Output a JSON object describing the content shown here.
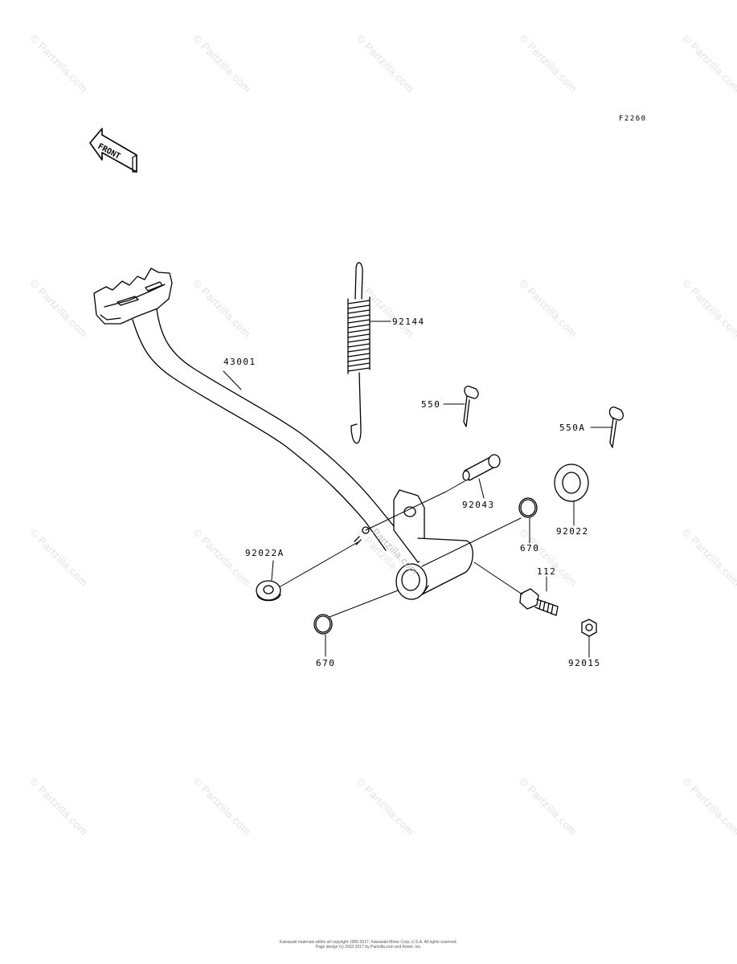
{
  "diagram": {
    "code": "F2260",
    "front_label": "FRONT",
    "watermark": "© Partzilla.com",
    "center_watermark": "Partzilla.com",
    "part_labels": {
      "p43001": "43001",
      "p92144": "92144",
      "p550": "550",
      "p550A": "550A",
      "p92043": "92043",
      "p92022": "92022",
      "p92022A": "92022A",
      "p670a": "670",
      "p670b": "670",
      "p112": "112",
      "p92015": "92015"
    },
    "copyright_line1": "Kawasaki materials within all copyright 1985-2017, Kawasaki Motor Corp, U.S.A. All rights reserved.",
    "copyright_line2": "Page design (c) 2002-2017 by Partzilla.com and Arinet, Inc."
  }
}
